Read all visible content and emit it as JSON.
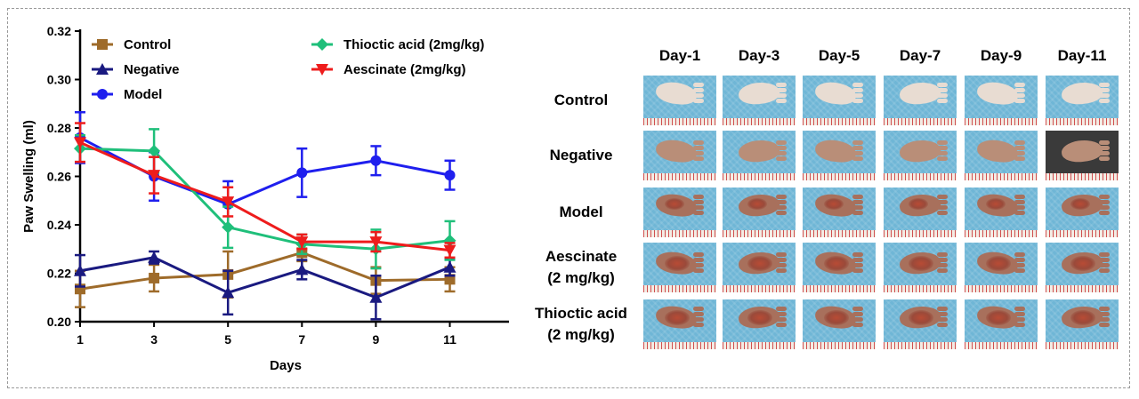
{
  "chart_data": {
    "type": "line",
    "title": "",
    "xlabel": "Days",
    "ylabel": "Paw Swelling (ml)",
    "x": [
      1,
      3,
      5,
      7,
      9,
      11
    ],
    "x_ticks": [
      "1",
      "3",
      "5",
      "7",
      "9",
      "11"
    ],
    "y_ticks": [
      "0.20",
      "0.22",
      "0.24",
      "0.26",
      "0.28",
      "0.30",
      "0.32"
    ],
    "xlim": [
      1,
      12.6
    ],
    "ylim": [
      0.2,
      0.32
    ],
    "grid": false,
    "legend_position": "top",
    "series": [
      {
        "name": "Control",
        "color": "#9e6b2a",
        "marker": "square",
        "values": [
          0.2135,
          0.218,
          0.2195,
          0.2285,
          0.217,
          0.2175
        ],
        "errors": [
          0.0075,
          0.0055,
          0.0095,
          0.0035,
          0.0055,
          0.005
        ]
      },
      {
        "name": "Negative",
        "color": "#1a1a80",
        "marker": "triangle-up",
        "values": [
          0.221,
          0.2265,
          0.212,
          0.2215,
          0.21,
          0.2225
        ],
        "errors": [
          0.0065,
          0.0025,
          0.009,
          0.004,
          0.009,
          0.0035
        ]
      },
      {
        "name": "Model",
        "color": "#1f1fee",
        "marker": "circle",
        "values": [
          0.276,
          0.26,
          0.2485,
          0.2615,
          0.2665,
          0.2605
        ],
        "errors": [
          0.0105,
          0.01,
          0.0095,
          0.01,
          0.006,
          0.006
        ]
      },
      {
        "name": "Thioctic acid (2mg/kg)",
        "color": "#1fbf7a",
        "marker": "diamond",
        "values": [
          0.2715,
          0.2705,
          0.239,
          0.232,
          0.23,
          0.2335
        ],
        "errors": [
          0.0055,
          0.009,
          0.0085,
          0.004,
          0.008,
          0.008
        ]
      },
      {
        "name": "Aescinate (2mg/kg)",
        "color": "#ee1c1c",
        "marker": "triangle-down",
        "values": [
          0.274,
          0.2605,
          0.2495,
          0.233,
          0.233,
          0.2295
        ],
        "errors": [
          0.008,
          0.0075,
          0.006,
          0.003,
          0.004,
          0.003
        ]
      }
    ]
  },
  "photo_grid": {
    "columns": [
      "Day-1",
      "Day-3",
      "Day-5",
      "Day-7",
      "Day-9",
      "Day-11"
    ],
    "rows": [
      {
        "line1": "Control",
        "line2": ""
      },
      {
        "line1": "Negative",
        "line2": ""
      },
      {
        "line1": "Model",
        "line2": ""
      },
      {
        "line1": "Aescinate",
        "line2": "(2 mg/kg)"
      },
      {
        "line1": "Thioctic acid",
        "line2": "(2 mg/kg)"
      }
    ],
    "photo_description": "rat paw photograph on blue mat with ruler"
  }
}
